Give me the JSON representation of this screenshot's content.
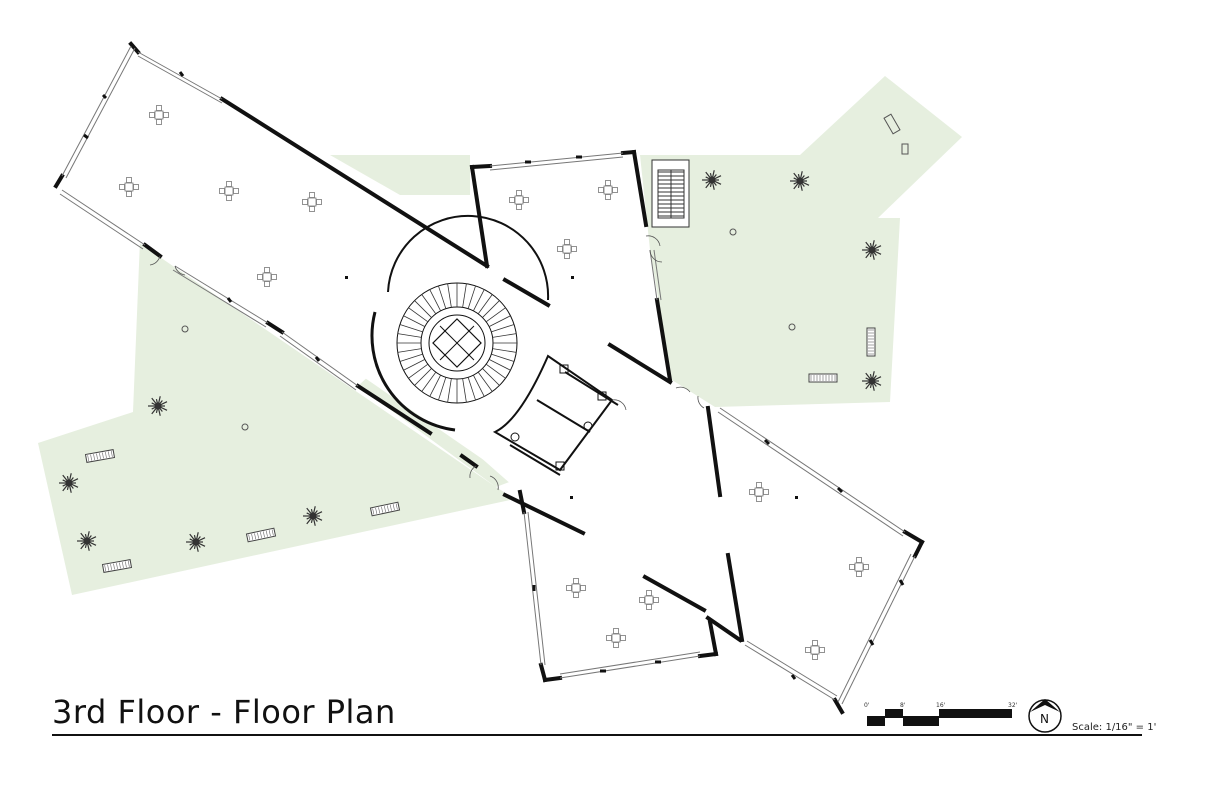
{
  "title": "3rd Floor - Floor Plan",
  "scale_note": "Scale: 1/16\" = 1'",
  "scale_bar": {
    "ticks": [
      "0'",
      "8'",
      "16'",
      "32'"
    ]
  },
  "north_arrow": {
    "label": "N"
  },
  "colors": {
    "landscape": "#e6efdf",
    "wall": "#111111",
    "glazing": "#777777"
  },
  "icons": {
    "table": "table-cluster-icon",
    "tree": "tree-icon",
    "bench": "bench-icon",
    "stair": "stair-icon"
  }
}
